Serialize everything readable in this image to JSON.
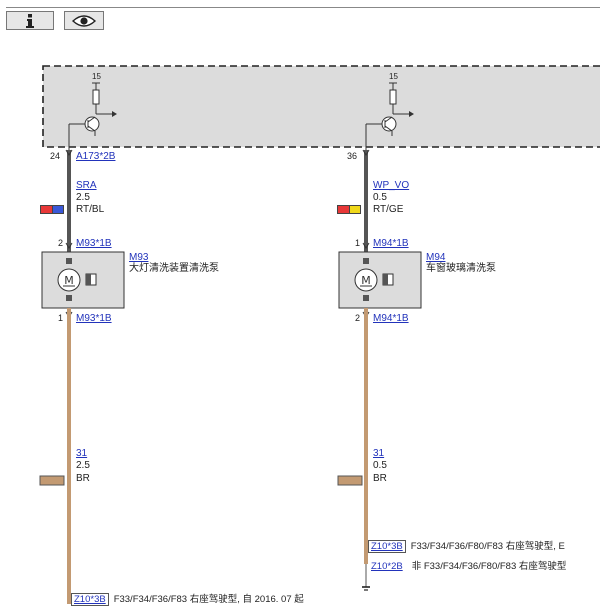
{
  "toolbar": {
    "info_icon": "info-icon",
    "view_icon": "eye-icon"
  },
  "module": {
    "left_supply": "15",
    "right_supply": "15"
  },
  "left": {
    "pin_top": "24",
    "conn_top": "A173*2B",
    "signal": "SRA",
    "cross_section": "2.5",
    "color_code": "RT/BL",
    "swatch_colors": [
      "#e83838",
      "#3a58d8"
    ],
    "pin_mid_top": "2",
    "conn_mid_top": "M93*1B",
    "device_id": "M93",
    "device_name": "大灯清洗装置清洗泵",
    "pin_mid_bottom": "1",
    "conn_mid_bottom": "M93*1B",
    "ground_signal": "31",
    "ground_cross_section": "2.5",
    "ground_color": "BR",
    "note_conn": "Z10*3B",
    "note_text": "F33/F34/F36/F83 右座驾驶型, 自 2016. 07 起"
  },
  "right": {
    "pin_top": "36",
    "conn_top": "",
    "signal": "WP_VO",
    "cross_section": "0.5",
    "color_code": "RT/GE",
    "swatch_colors": [
      "#e83838",
      "#f0d81a"
    ],
    "pin_mid_top": "1",
    "conn_mid_top": "M94*1B",
    "device_id": "M94",
    "device_name": "车窗玻璃清洗泵",
    "pin_mid_bottom": "2",
    "conn_mid_bottom": "M94*1B",
    "ground_signal": "31",
    "ground_cross_section": "0.5",
    "ground_color": "BR",
    "note1_conn": "Z10*3B",
    "note1_text": "F33/F34/F36/F80/F83 右座驾驶型, E",
    "note2_conn": "Z10*2B",
    "note2_text": "非 F33/F34/F36/F80/F83 右座驾驶型"
  },
  "colors": {
    "wire_dark": "#555555",
    "wire_brown": "#c39a72",
    "module_fill": "#dcdcdc"
  }
}
